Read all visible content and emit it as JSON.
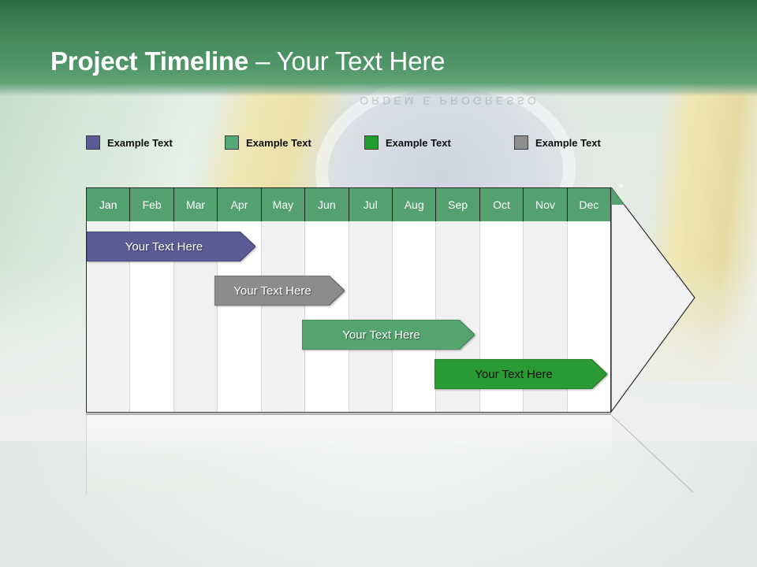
{
  "slide": {
    "title_bold": "Project Timeline",
    "title_light": " – Your Text Here",
    "background_banner_text": "ORDEM E PROGRESSO"
  },
  "theme": {
    "header_green_dark": "#2e6a43",
    "header_green_light": "#5fa274",
    "month_header_green": "#54a070",
    "grid_border": "#2b2b2b",
    "grid_stripe": "#f1f1f1",
    "grid_cell": "#ffffff"
  },
  "legend": {
    "items": [
      {
        "label": "Example Text",
        "color": "#5b5b96",
        "icon": "color-swatch"
      },
      {
        "label": "Example Text",
        "color": "#55a878",
        "icon": "color-swatch"
      },
      {
        "label": "Example Text",
        "color": "#1f9d2d",
        "icon": "color-swatch"
      },
      {
        "label": "Example Text",
        "color": "#8e8e8e",
        "icon": "color-swatch"
      }
    ]
  },
  "timeline": {
    "months": [
      "Jan",
      "Feb",
      "Mar",
      "Apr",
      "May",
      "Jun",
      "Jul",
      "Aug",
      "Sep",
      "Oct",
      "Nov",
      "Dec"
    ],
    "bars": [
      {
        "label": "Your  Text Here",
        "color": "#5b5b96",
        "text_color": "light",
        "start_month": "Jan",
        "end_month": "Apr",
        "row": 1
      },
      {
        "label": "Your  Text Here",
        "color": "#8e8e8e",
        "text_color": "light",
        "start_month": "Apr",
        "end_month": "Jun",
        "row": 2
      },
      {
        "label": "Your  Text Here",
        "color": "#55a36f",
        "text_color": "light",
        "start_month": "Jun",
        "end_month": "Sep",
        "row": 3
      },
      {
        "label": "Your  Text Here",
        "color": "#2a9b34",
        "text_color": "dark",
        "start_month": "Sep",
        "end_month": "Dec",
        "row": 4
      }
    ]
  },
  "chart_data": {
    "type": "bar",
    "title": "Project Timeline – Your Text Here",
    "categories": [
      "Jan",
      "Feb",
      "Mar",
      "Apr",
      "May",
      "Jun",
      "Jul",
      "Aug",
      "Sep",
      "Oct",
      "Nov",
      "Dec"
    ],
    "xlabel": "",
    "ylabel": "",
    "grid": true,
    "legend": [
      "Example Text",
      "Example Text",
      "Example Text",
      "Example Text"
    ],
    "series": [
      {
        "name": "Your  Text Here",
        "start": 0,
        "end": 3.9,
        "color": "#5b5b96"
      },
      {
        "name": "Your  Text Here",
        "start": 2.95,
        "end": 5.95,
        "color": "#8e8e8e"
      },
      {
        "name": "Your  Text Here",
        "start": 4.95,
        "end": 8.9,
        "color": "#55a36f"
      },
      {
        "name": "Your  Text Here",
        "start": 7.95,
        "end": 11.95,
        "color": "#2a9b34"
      }
    ]
  }
}
